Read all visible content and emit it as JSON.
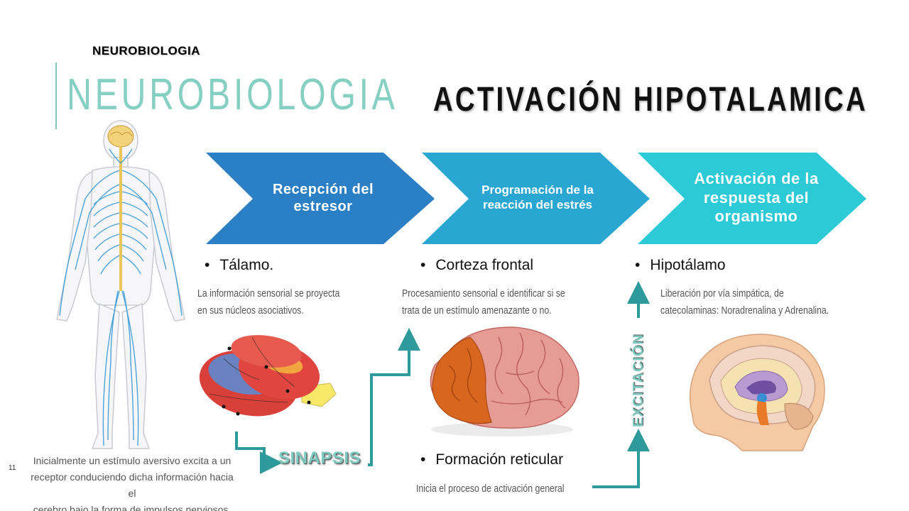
{
  "header": {
    "small_title": "NEUROBIOLOGIA",
    "big_title": "NEUROBIOLOGIA",
    "main_title": "ACTIVACIÓN HIPOTALAMICA"
  },
  "chevrons": [
    {
      "label": "Recepción del estresor",
      "color": "#2b7fc4"
    },
    {
      "label": "Programación de la reacción del estrés",
      "color": "#2aa6d2"
    },
    {
      "label": "Activación de la respuesta del organismo",
      "color": "#2ccad6"
    }
  ],
  "stages": [
    {
      "bullet": "Tálamo.",
      "desc_line1": "La información sensorial se proyecta",
      "desc_line2": "en sus núcleos asociativos."
    },
    {
      "bullet": "Corteza frontal",
      "desc_line1": "Procesamiento sensorial e identificar si se",
      "desc_line2": "trata de un estímulo amenazante o no."
    },
    {
      "bullet": "Hipotálamo",
      "desc_line1": "Liberación por vía simpática, de",
      "desc_line2": "catecolaminas: Noradrenalina y Adrenalina."
    }
  ],
  "reticular": {
    "bullet": "Formación reticular",
    "desc": "Inicia el proceso de activación general"
  },
  "bottom_note": {
    "line1": "Inicialmente un estímulo aversivo excita a un",
    "line2": "receptor conduciendo dicha información hacia el",
    "line3": "cerebro bajo la forma de impulsos nerviosos."
  },
  "labels": {
    "sinapsis": "SINAPSIS",
    "excitacion": "EXCITACIÓN"
  },
  "page_number": "11",
  "colors": {
    "accent_teal": "#86cfc3",
    "arrow_teal": "#2f9a9c",
    "nerve_blue": "#3a9bd8"
  }
}
